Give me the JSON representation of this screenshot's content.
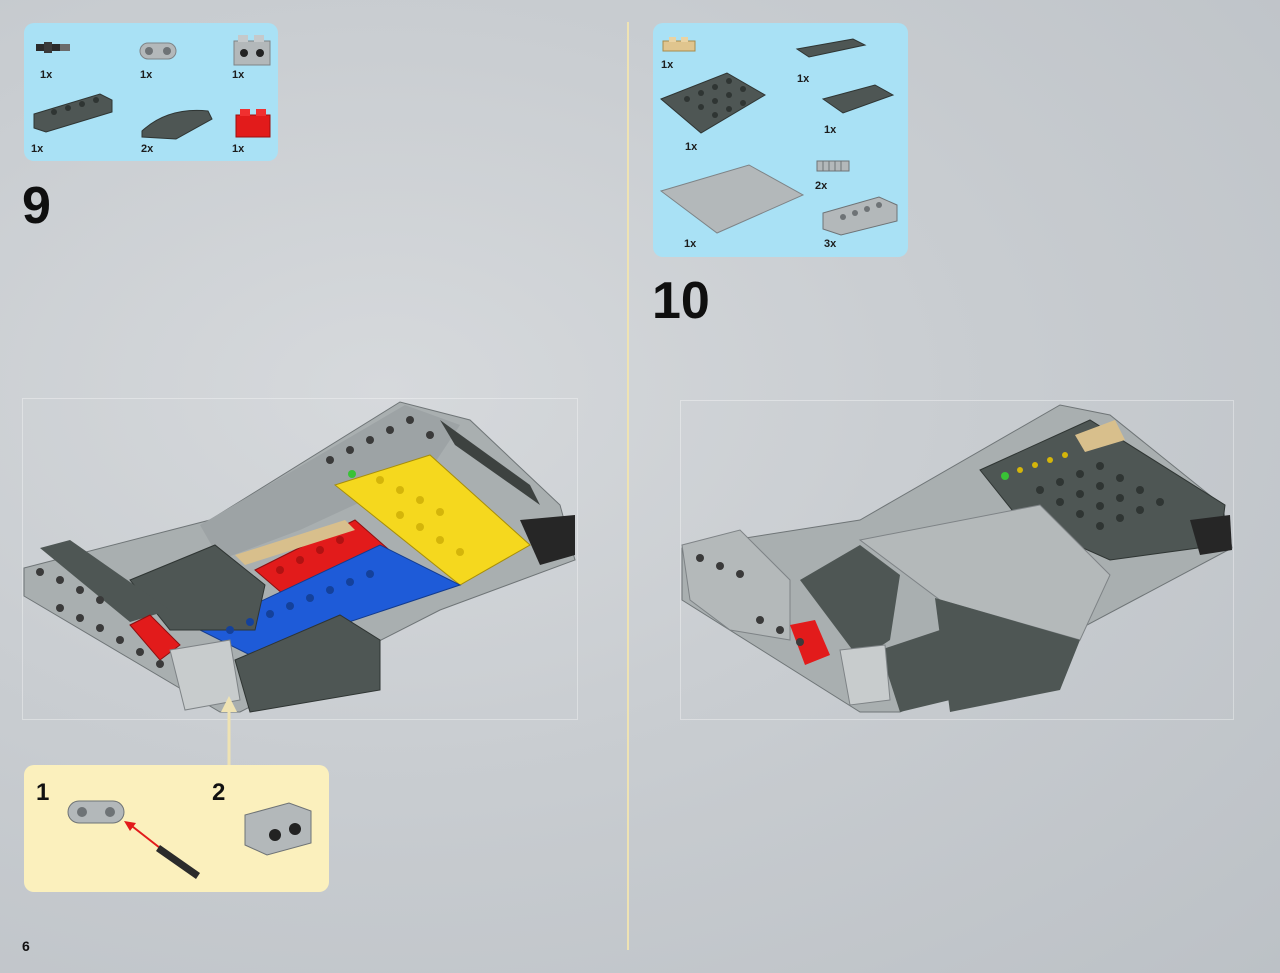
{
  "page_number": "6",
  "step9": {
    "number": "9",
    "parts": [
      {
        "qty": "1x",
        "icon": "axle-pin-icon"
      },
      {
        "qty": "1x",
        "icon": "technic-beam-icon"
      },
      {
        "qty": "1x",
        "icon": "brick-with-holes-icon"
      },
      {
        "qty": "1x",
        "icon": "dark-slope-brick-icon"
      },
      {
        "qty": "2x",
        "icon": "curved-slope-icon"
      },
      {
        "qty": "1x",
        "icon": "red-brick-icon"
      }
    ],
    "sub_steps": [
      {
        "num": "1"
      },
      {
        "num": "2"
      }
    ]
  },
  "step10": {
    "number": "10",
    "parts": [
      {
        "qty": "1x",
        "icon": "tan-plate-icon"
      },
      {
        "qty": "1x",
        "icon": "dark-tile-long-icon"
      },
      {
        "qty": "1x",
        "icon": "dark-plate-6x6-icon"
      },
      {
        "qty": "1x",
        "icon": "dark-tile-icon"
      },
      {
        "qty": "2x",
        "icon": "grille-tile-icon"
      },
      {
        "qty": "1x",
        "icon": "gray-tile-large-icon"
      },
      {
        "qty": "3x",
        "icon": "gray-slope-brick-icon"
      }
    ]
  },
  "colors": {
    "parts_panel": "#a9e1f5",
    "subassembly_panel": "#fbf0bd",
    "divider": "#efe3b3"
  }
}
